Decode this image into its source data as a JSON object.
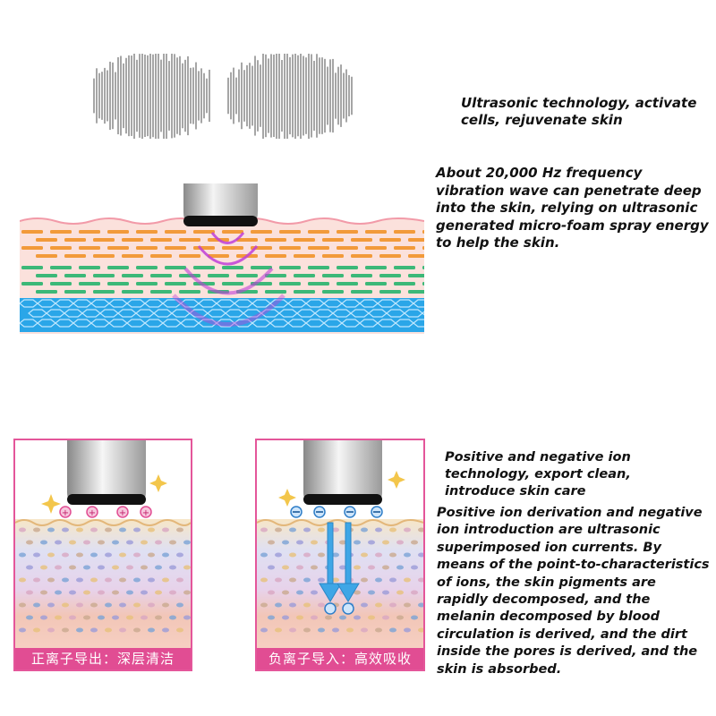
{
  "ultrasonic": {
    "heading": "Ultrasonic technology, activate cells, rejuvenate skin",
    "description": "About 20,000 Hz frequency vibration wave can penetrate deep into the skin, relying on ultrasonic generated micro-foam spray energy to help the skin."
  },
  "ion": {
    "heading": "Positive and negative ion technology, export clean, introduce skin care",
    "description": "Positive ion derivation and negative ion introduction are ultrasonic superimposed ion currents. By means of the point-to-characteristics of ions, the skin pigments are rapidly decomposed, and the melanin decomposed by blood circulation is derived, and the dirt inside the pores is derived, and the skin is absorbed.",
    "panel_left_label": "正离子导出：深层清洁",
    "panel_right_label": "负离子导入：高效吸收"
  },
  "colors": {
    "accent_pink": "#e14d93",
    "layer_orange": "#f29a3a",
    "layer_green": "#3cb878",
    "layer_blue": "#1ea0e6",
    "wave_purple": "#c040d8"
  }
}
